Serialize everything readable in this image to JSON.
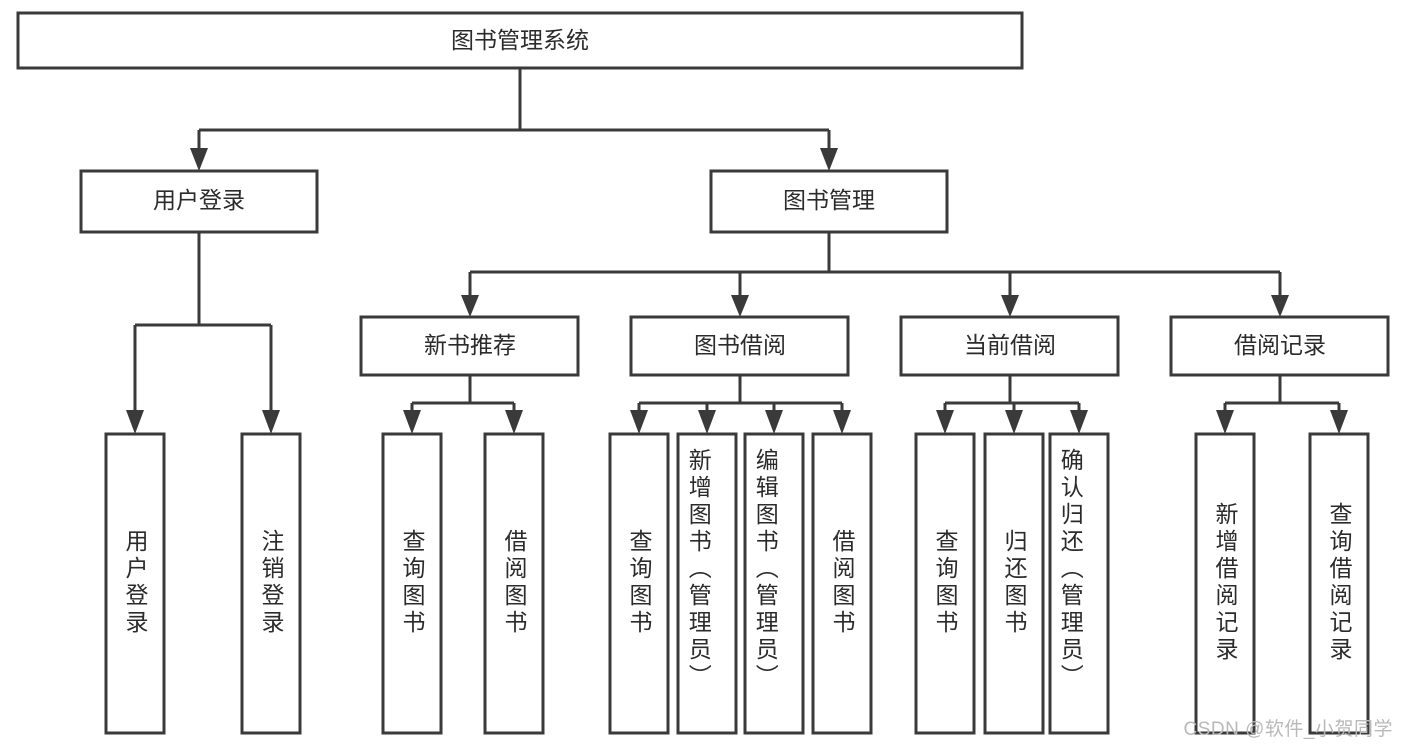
{
  "diagram": {
    "type": "tree",
    "title": "图书管理系统",
    "watermark": "CSDN @软件_小贺同学",
    "colors": {
      "box_stroke": "#3a3a3a",
      "box_fill": "#ffffff",
      "text": "#2b2b2b",
      "connector": "#3a3a3a",
      "watermark": "#b9b9b9",
      "background": "#ffffff"
    },
    "levels": {
      "root": {
        "label": "图书管理系统"
      },
      "level2": [
        {
          "id": "user-login",
          "label": "用户登录"
        },
        {
          "id": "book-management",
          "label": "图书管理"
        }
      ],
      "level3": [
        {
          "id": "new-book-recommend",
          "label": "新书推荐",
          "parent": "book-management"
        },
        {
          "id": "book-borrow",
          "label": "图书借阅",
          "parent": "book-management"
        },
        {
          "id": "current-borrow",
          "label": "当前借阅",
          "parent": "book-management"
        },
        {
          "id": "borrow-record",
          "label": "借阅记录",
          "parent": "book-management"
        }
      ],
      "leaves": [
        {
          "id": "leaf-user-login",
          "label": "用户登录",
          "parent": "user-login"
        },
        {
          "id": "leaf-logout-login",
          "label": "注销登录",
          "parent": "user-login"
        },
        {
          "id": "leaf-query-book-1",
          "label": "查询图书",
          "parent": "new-book-recommend"
        },
        {
          "id": "leaf-borrow-book-1",
          "label": "借阅图书",
          "parent": "new-book-recommend"
        },
        {
          "id": "leaf-query-book-2",
          "label": "查询图书",
          "parent": "book-borrow"
        },
        {
          "id": "leaf-add-book",
          "label": "新增图书（管理员）",
          "parent": "book-borrow"
        },
        {
          "id": "leaf-edit-book",
          "label": "编辑图书（管理员）",
          "parent": "book-borrow"
        },
        {
          "id": "leaf-borrow-book-2",
          "label": "借阅图书",
          "parent": "book-borrow"
        },
        {
          "id": "leaf-query-book-3",
          "label": "查询图书",
          "parent": "current-borrow"
        },
        {
          "id": "leaf-return-book",
          "label": "归还图书",
          "parent": "current-borrow"
        },
        {
          "id": "leaf-confirm-return",
          "label": "确认归还（管理员）",
          "parent": "current-borrow"
        },
        {
          "id": "leaf-add-record",
          "label": "新增借阅记录",
          "parent": "borrow-record"
        },
        {
          "id": "leaf-query-record",
          "label": "查询借阅记录",
          "parent": "borrow-record"
        }
      ]
    }
  }
}
